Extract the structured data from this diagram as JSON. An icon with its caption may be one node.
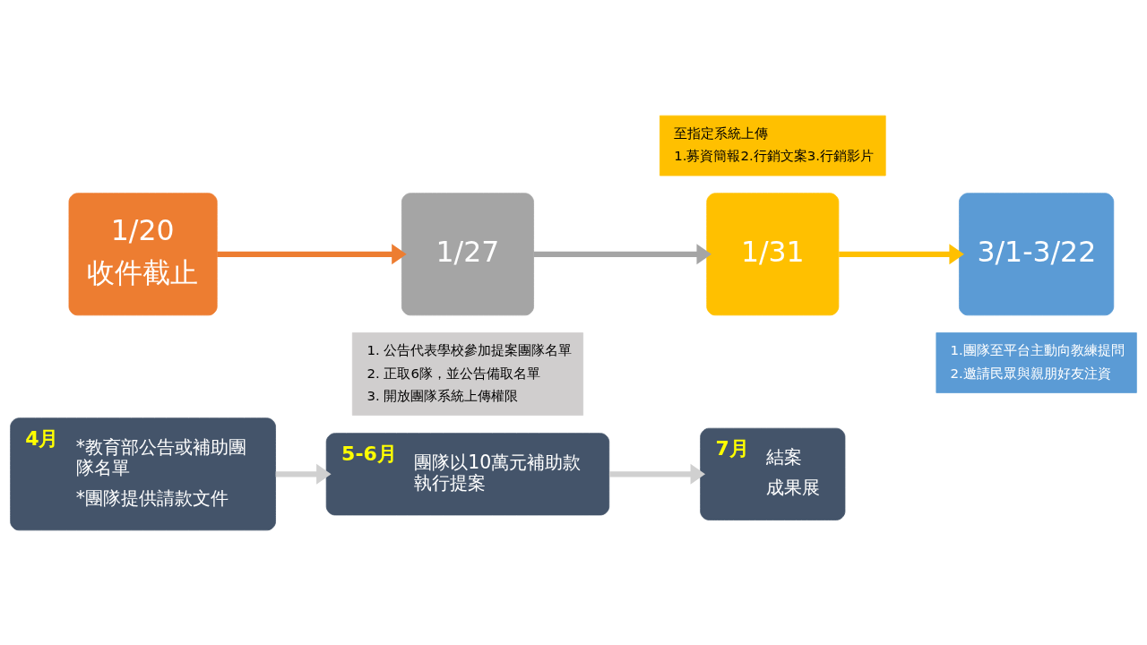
{
  "diagram": {
    "nodes": [
      {
        "text": [
          "1/20",
          "收件截止"
        ]
      },
      {
        "text": [
          "1/27"
        ]
      },
      {
        "text": [
          "1/31"
        ]
      },
      {
        "text": [
          "3/1-3/22"
        ]
      },
      {
        "text": [
          "1. 公告代表學校參加提案團隊名單",
          "2. 正取6隊，並公告備取名單",
          "3. 開放團隊系統上傳權限"
        ]
      },
      {
        "text": [
          "至指定系統上傳",
          "1.募資簡報2.行銷文案3.行銷影片"
        ]
      },
      {
        "text": [
          "1.團隊至平台主動向教練提問",
          "2.邀請民眾與親朋好友注資"
        ]
      },
      {
        "text": [
          "4月",
          "*教育部公告或補助團隊名單",
          "*團隊提供請款文件"
        ]
      },
      {
        "text": [
          "5-6月",
          "團隊以10萬元補助款執行提案"
        ]
      },
      {
        "text": [
          "7月",
          "結案",
          "成果展"
        ]
      }
    ],
    "edges": [
      {
        "from": 0,
        "to": 1,
        "arrow": "to",
        "color": "#ed7d31"
      },
      {
        "from": 1,
        "to": 2,
        "arrow": "to",
        "color": "#a5a5a5"
      },
      {
        "from": 2,
        "to": 3,
        "arrow": "to",
        "color": "#ffc000"
      },
      {
        "from": 7,
        "to": 8,
        "arrow": "to"
      },
      {
        "from": 8,
        "to": 9,
        "arrow": "to"
      }
    ]
  }
}
